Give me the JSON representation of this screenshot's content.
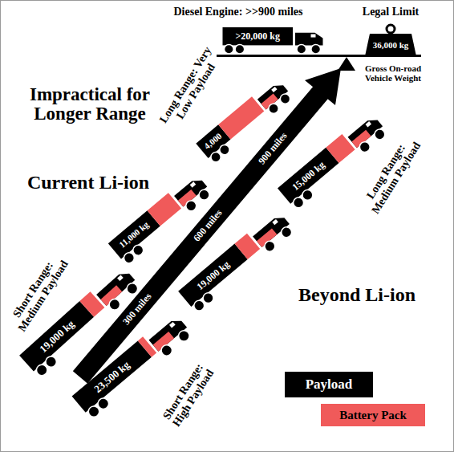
{
  "diagram": {
    "nodes": [
      {
        "text": [
          ">20,000 kg"
        ]
      },
      {
        "text": [
          "36,000 kg"
        ]
      },
      {
        "text": [
          "4,000"
        ]
      },
      {
        "text": [
          "15,000 kg"
        ]
      },
      {
        "text": [
          "11,000 kg"
        ]
      },
      {
        "text": [
          "19,000 kg"
        ]
      },
      {
        "text": [
          "19,000 kg"
        ]
      },
      {
        "text": [
          "23,500 kg"
        ]
      }
    ],
    "labels": [
      "Diesel Engine: >>900 miles",
      "Legal Limit",
      "Gross On-road Vehicle Weight",
      "Impractical for Longer Range",
      "Current Li-ion",
      "Long Range: Very Low Payload",
      "Long Range: Medium Payload",
      "900 miles",
      "600 miles",
      "300 miles",
      "Short Range: Medium Payload",
      "Beyond Li-ion",
      "Short Range: High Payload"
    ],
    "legend": [
      {
        "text": "Payload",
        "color": "#000000"
      },
      {
        "text": "Battery Pack",
        "color": "#f05a5a"
      }
    ]
  }
}
